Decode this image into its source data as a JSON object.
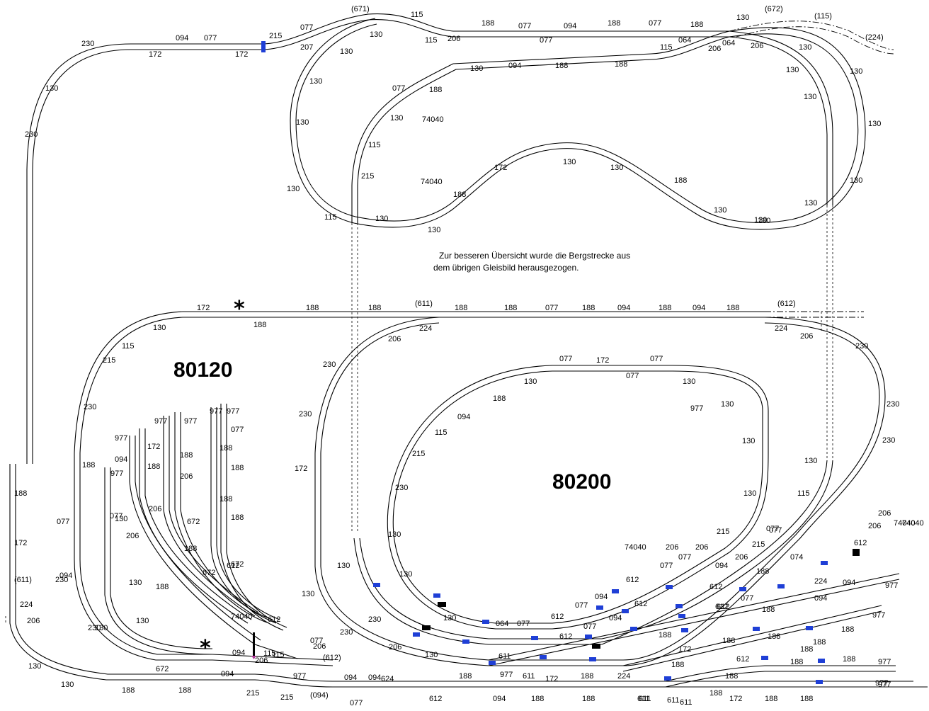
{
  "layout_names": {
    "left_module": "80120",
    "right_module": "80200"
  },
  "note": {
    "line1": "Zur besseren Übersicht wurde die Bergstrecke aus",
    "line2": "dem übrigen Gleisbild herausgezogen."
  },
  "marks": {
    "star": "*"
  },
  "colors": {
    "track": "#000000",
    "signal": "#1f3fd6",
    "switch_motor": "#b03a9a"
  },
  "track_labels": [
    "(671)",
    "115",
    "188",
    "077",
    "094",
    "188",
    "077",
    "188",
    "130",
    "(672)",
    "(115)",
    "(224)",
    "230",
    "094",
    "077",
    "215",
    "077",
    "207",
    "130",
    "115",
    "206",
    "077",
    "064",
    "206",
    "064",
    "172",
    "172",
    "130",
    "115",
    "206",
    "130",
    "094",
    "188",
    "188",
    "130",
    "130",
    "130",
    "077",
    "188",
    "130",
    "74040",
    "130",
    "130",
    "130",
    "130",
    "130",
    "115",
    "215",
    "172",
    "130",
    "130",
    "188",
    "74040",
    "188",
    "130",
    "130",
    "130",
    "230",
    "130",
    "115",
    "130",
    "130",
    "130",
    "130",
    "Zur",
    "172",
    "188",
    "188",
    "(611)",
    "188",
    "188",
    "077",
    "188",
    "094",
    "188",
    "094",
    "188",
    "(612)",
    "188",
    "130",
    "224",
    "206",
    "224",
    "206",
    "230",
    "115",
    "215",
    "230",
    "230",
    "230",
    "172",
    "077",
    "172",
    "077",
    "130",
    "077",
    "130",
    "188",
    "094",
    "130",
    "115",
    "130",
    "215",
    "130",
    "230",
    "130",
    "215",
    "130",
    "130",
    "130",
    "130",
    "115",
    "230",
    "077",
    "230",
    "977",
    "977",
    "977",
    "977",
    "977",
    "977",
    "094",
    "977",
    "077",
    "172",
    "188",
    "188",
    "188",
    "077",
    "188",
    "188",
    "206",
    "188",
    "206",
    "188",
    "188",
    "206",
    "672",
    "672",
    "672",
    "612",
    "188",
    "130",
    "130",
    "130",
    "077",
    "094",
    "230",
    "130",
    "230",
    "188",
    "172",
    "(611)",
    "224",
    "206",
    "74040",
    "206",
    "206",
    "612",
    "077",
    "206",
    "(612)",
    "115",
    "094",
    "672",
    "094",
    "115",
    "977",
    "(094)",
    "094",
    "094",
    "624",
    "612",
    "094",
    "188",
    "188",
    "611",
    "611",
    "172",
    "188",
    "188",
    "977",
    "130",
    "130",
    "188",
    "188",
    "215",
    "215",
    "077",
    "74040",
    "077",
    "077",
    "206",
    "215",
    "094",
    "206",
    "077",
    "074",
    "188",
    "612",
    "612",
    "224",
    "094",
    "977",
    "612",
    "094",
    "612",
    "094",
    "077",
    "612",
    "188",
    "094",
    "188",
    "188",
    "977",
    "188",
    "172",
    "188",
    "188",
    "188",
    "977",
    "130",
    "064",
    "077",
    "612",
    "077",
    "612",
    "077",
    "611",
    "611",
    "224",
    "188",
    "612",
    "188",
    "188",
    "977",
    "188",
    "977",
    "172",
    "611",
    "188",
    "188",
    "130",
    "230",
    "230",
    "206",
    "611",
    "188",
    "74040",
    "612",
    "206",
    "206",
    "74040"
  ],
  "labels_main": {
    "top_171": "(671)",
    "top_672": "(672)",
    "top_115p": "(115)",
    "top_224p": "(224)",
    "mid_611": "(611)",
    "mid_612": "(612)",
    "bot_612": "(612)",
    "bot_094p": "(094)",
    "left_611": "(611)"
  }
}
